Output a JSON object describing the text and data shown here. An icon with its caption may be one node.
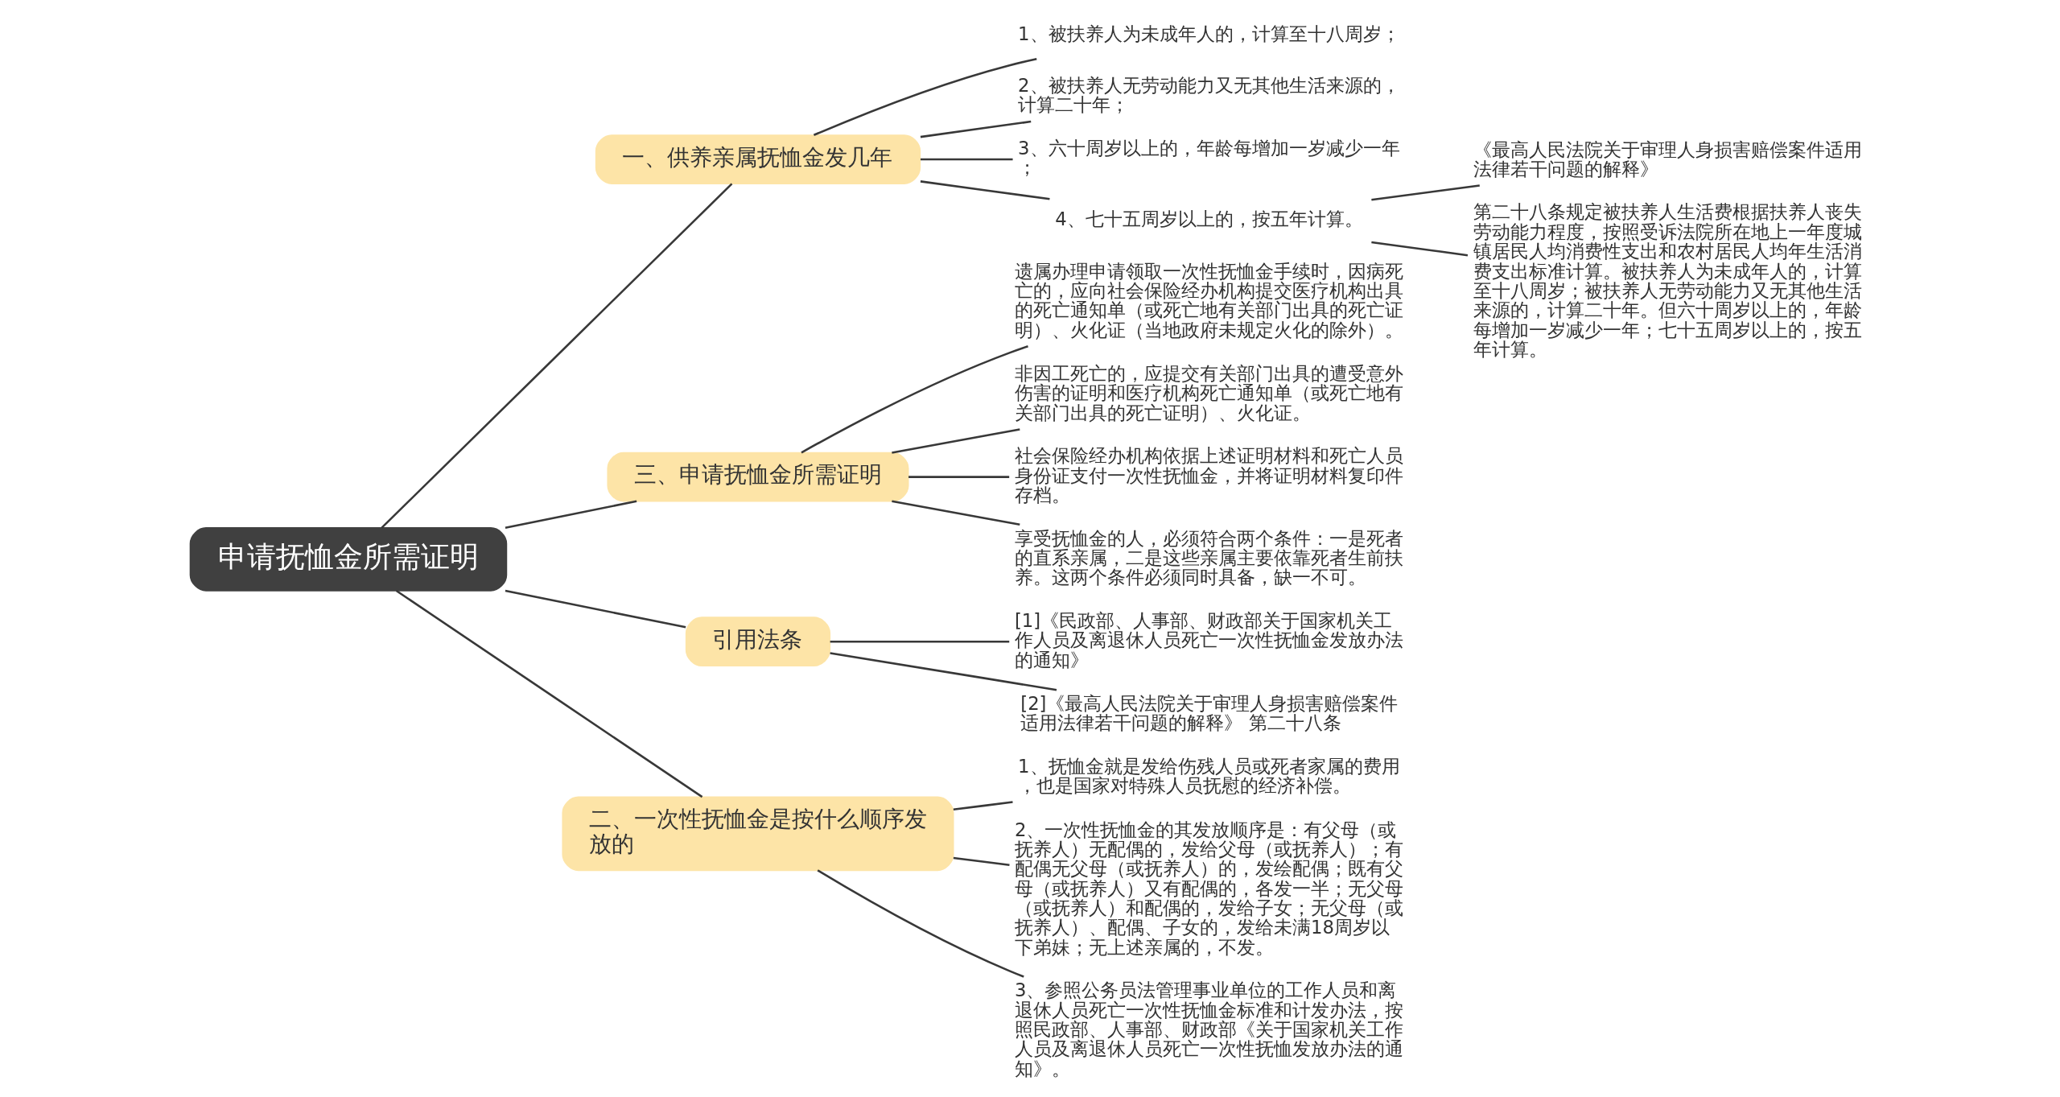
{
  "diagram": {
    "nodes": [
      {
        "text": [
          "申请抚恤金所需证明"
        ]
      },
      {
        "text": [
          "一、供养亲属抚恤金发几年"
        ]
      },
      {
        "text": [
          "1、被扶养人为未成年人的，计算至十八周岁；"
        ]
      },
      {
        "text": [
          "2、被扶养人无劳动能力又无其他生活来源的，计算二十年；"
        ]
      },
      {
        "text": [
          "3、六十周岁以上的，年龄每增加一岁减少一年；"
        ]
      },
      {
        "text": [
          "4、七十五周岁以上的，按五年计算。"
        ]
      },
      {
        "text": [
          "《最高人民法院关于审理人身损害赔偿案件适用法律若干问题的解释》"
        ]
      },
      {
        "text": [
          "第二十八条规定被扶养人生活费根据扶养人丧失劳动能力程度，按照受诉法院所在地上一年度城镇居民人均消费性支出和农村居民人均年生活消费支出标准计算。被扶养人为未成年人的，计算至十八周岁；被扶养人无劳动能力又无其他生活来源的，计算二十年。但六十周岁以上的，年龄每增加一岁减少一年；七十五周岁以上的，按五年计算。"
        ]
      },
      {
        "text": [
          "三、申请抚恤金所需证明"
        ]
      },
      {
        "text": [
          "遗属办理申请领取一次性抚恤金手续时，因病死亡的，应向社会保险经办机构提交医疗机构出具的死亡通知单（或死亡地有关部门出具的死亡证明）、火化证（当地政府未规定火化的除外）。"
        ]
      },
      {
        "text": [
          "非因工死亡的，应提交有关部门出具的遭受意外伤害的证明和医疗机构死亡通知单（或死亡地有关部门出具的死亡证明）、火化证。"
        ]
      },
      {
        "text": [
          "社会保险经办机构依据上述证明材料和死亡人员身份证支付一次性抚恤金，并将证明材料复印件存档。"
        ]
      },
      {
        "text": [
          "享受抚恤金的人，必须符合两个条件：一是死者的直系亲属，二是这些亲属主要依靠死者生前扶养。这两个条件必须同时具备，缺一不可。"
        ]
      },
      {
        "text": [
          "引用法条"
        ]
      },
      {
        "text": [
          "[1]《民政部、人事部、财政部关于国家机关工作人员及离退休人员死亡一次性抚恤金发放办法的通知》"
        ]
      },
      {
        "text": [
          "[2]《最高人民法院关于审理人身损害赔偿案件适用法律若干问题的解释》 第二十八条"
        ]
      },
      {
        "text": [
          "二、一次性抚恤金是按什么顺序发放的"
        ]
      },
      {
        "text": [
          "1、抚恤金就是发给伤残人员或死者家属的费用，也是国家对特殊人员抚慰的经济补偿。"
        ]
      },
      {
        "text": [
          "2、一次性抚恤金的其发放顺序是：有父母（或抚养人）无配偶的，发给父母（或抚养人）；有配偶无父母（或抚养人）的，发绘配偶；既有父母（或抚养人）又有配偶的，各发一半；无父母（或抚养人）和配偶的，发给子女；无父母（或抚养人）、配偶、子女的，发给未满18周岁以下弟妹；无上述亲属的，不发。"
        ]
      },
      {
        "text": [
          "3、参照公务员法管理事业单位的工作人员和离退休人员死亡一次性抚恤金标准和计发办法，按照民政部、人事部、财政部《关于国家机关工作人员及离退休人员死亡一次性抚恤发放办法的通知》。"
        ]
      }
    ],
    "edges": [
      {
        "from": 0,
        "to": 1,
        "arrow": "none"
      },
      {
        "from": 1,
        "to": 2,
        "arrow": "none"
      },
      {
        "from": 1,
        "to": 3,
        "arrow": "none"
      },
      {
        "from": 1,
        "to": 4,
        "arrow": "none"
      },
      {
        "from": 1,
        "to": 5,
        "arrow": "none"
      },
      {
        "from": 5,
        "to": 6,
        "arrow": "none"
      },
      {
        "from": 5,
        "to": 7,
        "arrow": "none"
      },
      {
        "from": 0,
        "to": 8,
        "arrow": "none"
      },
      {
        "from": 8,
        "to": 9,
        "arrow": "none"
      },
      {
        "from": 8,
        "to": 10,
        "arrow": "none"
      },
      {
        "from": 8,
        "to": 11,
        "arrow": "none"
      },
      {
        "from": 8,
        "to": 12,
        "arrow": "none"
      },
      {
        "from": 0,
        "to": 13,
        "arrow": "none"
      },
      {
        "from": 13,
        "to": 14,
        "arrow": "none"
      },
      {
        "from": 13,
        "to": 15,
        "arrow": "none"
      },
      {
        "from": 0,
        "to": 16,
        "arrow": "none"
      },
      {
        "from": 16,
        "to": 17,
        "arrow": "none"
      },
      {
        "from": 16,
        "to": 18,
        "arrow": "none"
      },
      {
        "from": 16,
        "to": 19,
        "arrow": "none"
      }
    ]
  }
}
